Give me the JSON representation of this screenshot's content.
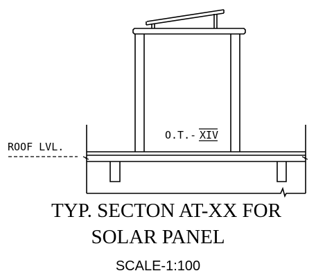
{
  "labels": {
    "roof_level": "ROOF LVL.",
    "ot_prefix": "O.T.-",
    "ot_roman": "XIV"
  },
  "title": {
    "line1": "TYP. SECTON AT-XX FOR",
    "line2": "SOLAR PANEL",
    "scale": "SCALE-1:100"
  },
  "colors": {
    "line": "#000000",
    "background": "#ffffff"
  }
}
